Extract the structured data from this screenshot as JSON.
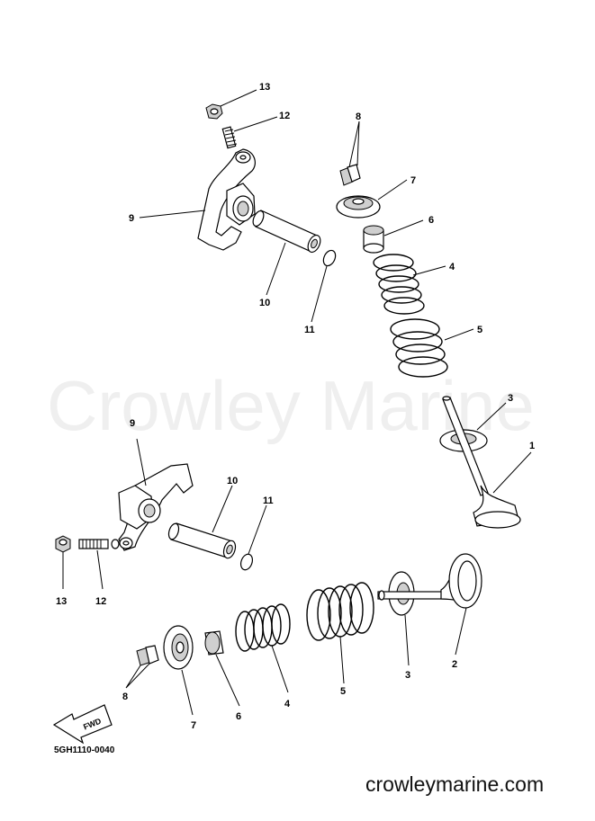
{
  "watermark": "Crowley Marine",
  "website": "crowleymarine.com",
  "diagram_code": "5GH1110-0040",
  "fwd_label": "FWD",
  "upper_labels": {
    "p13": "13",
    "p12": "12",
    "p8": "8",
    "p9": "9",
    "p7": "7",
    "p6": "6",
    "p4": "4",
    "p10": "10",
    "p11": "11",
    "p5": "5",
    "p3": "3",
    "p1": "1"
  },
  "lower_labels": {
    "p9": "9",
    "p10": "10",
    "p11": "11",
    "p13": "13",
    "p12": "12",
    "p8": "8",
    "p7": "7",
    "p6": "6",
    "p4": "4",
    "p5": "5",
    "p3": "3",
    "p2": "2"
  }
}
